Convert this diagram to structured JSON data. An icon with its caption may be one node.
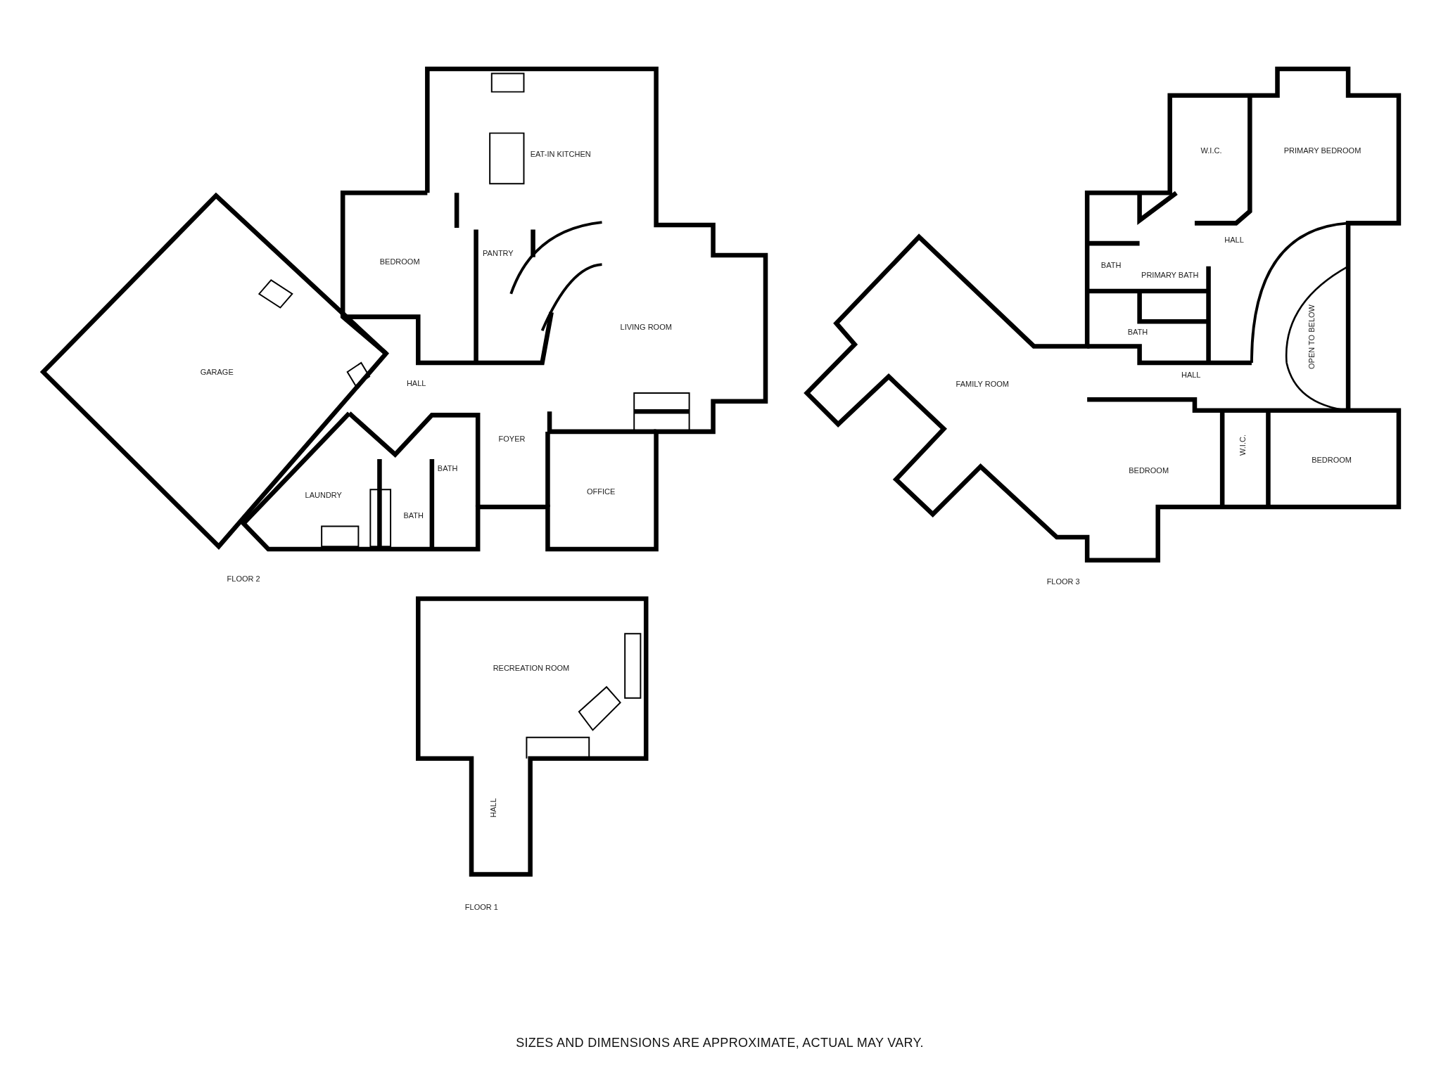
{
  "diagram": {
    "caption": "SIZES AND DIMENSIONS ARE APPROXIMATE, ACTUAL MAY VARY.",
    "labels": [
      "EAT-IN KITCHEN",
      "BEDROOM",
      "PANTRY",
      "LIVING ROOM",
      "GARAGE",
      "HALL",
      "FOYER",
      "BATH",
      "LAUNDRY",
      "OFFICE",
      "BATH",
      "FLOOR 2",
      "W.I.C.",
      "PRIMARY BEDROOM",
      "HALL",
      "BATH",
      "PRIMARY BATH",
      "BATH",
      "OPEN TO BELOW",
      "FAMILY ROOM",
      "HALL",
      "W.I.C.",
      "BEDROOM",
      "BEDROOM",
      "FLOOR 3",
      "RECREATION ROOM",
      "HALL",
      "FLOOR 1"
    ]
  }
}
